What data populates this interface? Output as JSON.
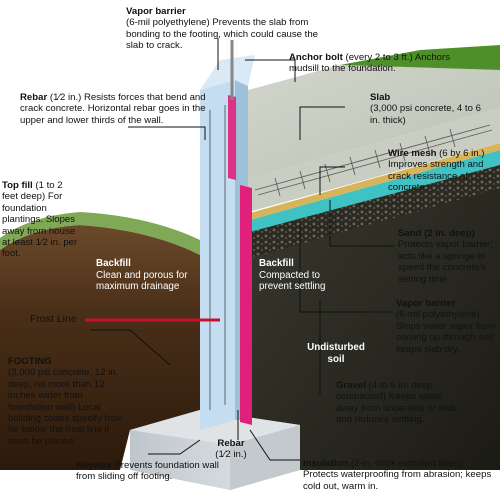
{
  "labels": {
    "vapor_barrier_top": {
      "title": "Vapor barrier",
      "text": "(6-mil polyethylene) Prevents the slab from bonding to the footing, which could cause the slab to crack."
    },
    "anchor_bolt": {
      "title": "Anchor bolt",
      "text": "(every 2 to 3 ft.) Anchors mudsill to the foundation."
    },
    "rebar_top": {
      "title": "Rebar",
      "text": "(1⁄2 in.) Resists forces that bend and crack concrete. Horizontal rebar goes in the upper and lower thirds of the wall."
    },
    "slab": {
      "title": "Slab",
      "text": "(3,000 psi concrete, 4 to 6 in. thick)"
    },
    "wire_mesh": {
      "title": "Wire mesh",
      "text": "(6 by 6 in.) Improves strength and crack resistance of concrete."
    },
    "top_fill": {
      "title": "Top fill",
      "text": "(1 to 2 feet deep) For foundation plantings. Slopes away from house at least 1⁄2 in. per foot."
    },
    "sand": {
      "title": "Sand (2 in. deep)",
      "text": "Protects vapor barrier; acts like a sponge to speed the concrete's setting time."
    },
    "backfill_left": {
      "title": "Backfill",
      "text": "Clean and porous for maximum drainage"
    },
    "backfill_right": {
      "title": "Backfill",
      "text": "Compacted to prevent settling"
    },
    "frost_line": "Frost Line",
    "vapor_barrier_right": {
      "title": "Vapor barrier",
      "text": "(6-mil polyethylene) Stops water vapor from coming up through soil; keeps slab dry."
    },
    "undisturbed_soil": "Undisturbed soil",
    "footing": {
      "title": "FOOTING",
      "text": "(3,000 psi concrete, 12 in. deep, no more than 12 inches wider than foundation wall) Local building codes specify how far below the frost line it must be placed."
    },
    "gravel": {
      "title": "Gravel",
      "text": "(4 to 6 in. deep, compacted) Keeps water away from underside of slab and reduces settling."
    },
    "rebar_bottom": {
      "title": "Rebar",
      "text": "(1⁄2 in.)"
    },
    "keyway": {
      "title": "Keyway",
      "text": "Prevents foundation wall from sliding off footing."
    },
    "insulation": {
      "title": "Insulation",
      "text": "(2-in.-thick extruded foam) Protects waterproofing from abrasion; keeps cold out, warm in."
    }
  },
  "colors": {
    "wall": "#b9d6ec",
    "slab": "#d9dcd4",
    "footing": "#d4d9dc",
    "insulation": "#e0207a",
    "sand": "#d7b35a",
    "vapor": "#3fc2c4",
    "soil": "#3b2414",
    "grass": "#4e8f2a",
    "frost_line": "#c8102e"
  }
}
